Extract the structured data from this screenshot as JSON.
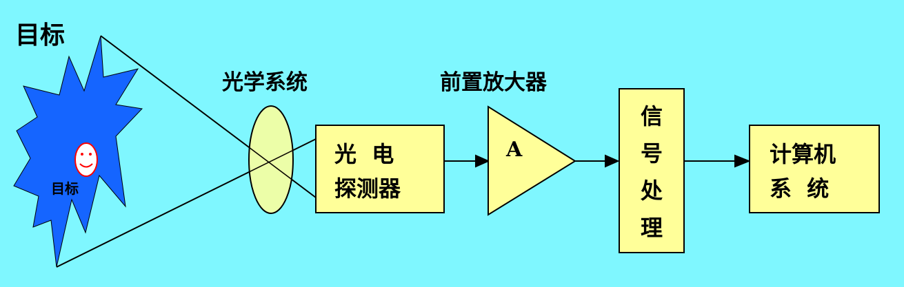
{
  "diagram": {
    "target_title": "目标",
    "target_inner_label": "目标",
    "optics_label": "光学系统",
    "preamp_label": "前置放大器",
    "detector_line1": "光  电",
    "detector_line2": "探测器",
    "amplifier_symbol": "A",
    "signal_chars": [
      "信",
      "号",
      "处",
      "理"
    ],
    "computer_line1": "计算机",
    "computer_line2": "系  统"
  },
  "colors": {
    "background": "#7ff7ff",
    "target_fill": "#1565ff",
    "box_fill": "#ffff99",
    "ray_color": "#ffff66",
    "face_color": "#ff0000"
  }
}
